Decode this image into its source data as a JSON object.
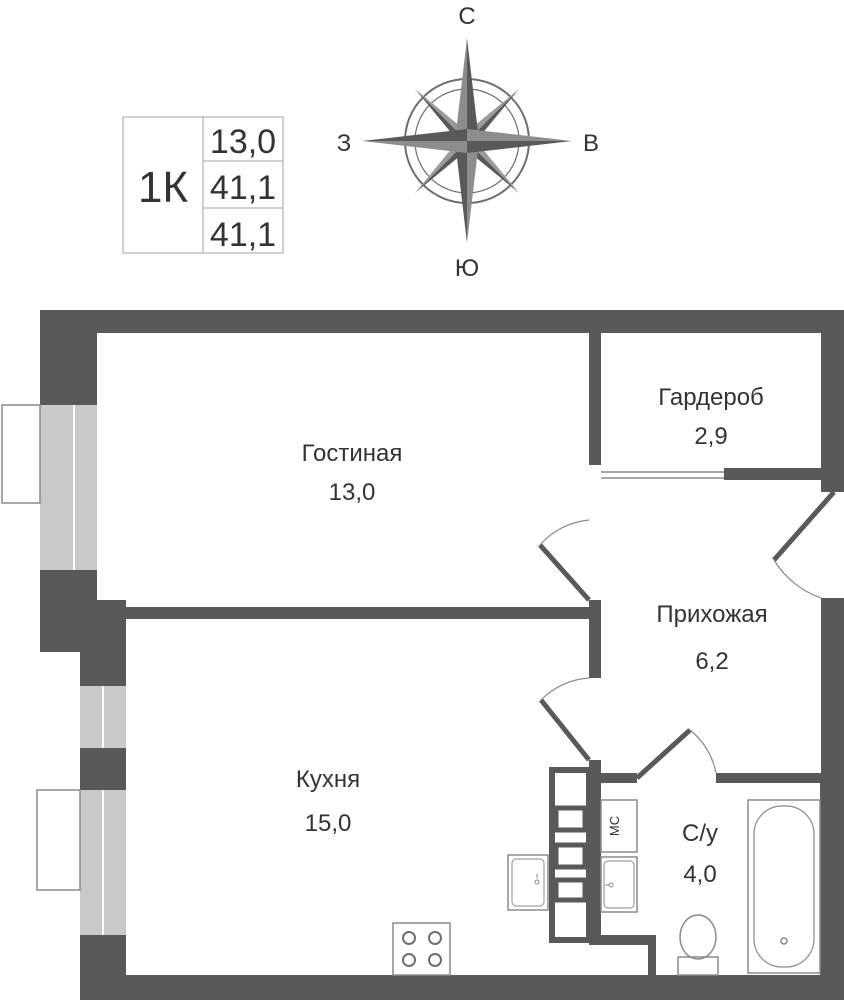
{
  "apartment": {
    "type": "1К",
    "areas": [
      "13,0",
      "41,1",
      "41,1"
    ]
  },
  "compass": {
    "north": "С",
    "south": "Ю",
    "west": "З",
    "east": "В"
  },
  "rooms": {
    "living": {
      "name": "Гостиная",
      "area": "13,0"
    },
    "wardrobe": {
      "name": "Гардероб",
      "area": "2,9"
    },
    "hallway": {
      "name": "Прихожая",
      "area": "6,2"
    },
    "kitchen": {
      "name": "Кухня",
      "area": "15,0"
    },
    "bathroom": {
      "name": "С/у",
      "area": "4,0"
    }
  },
  "fixtures": {
    "washer_label": "МС"
  },
  "colors": {
    "wall": "#58595b",
    "window": "#c9c9cb",
    "text": "#333333"
  }
}
